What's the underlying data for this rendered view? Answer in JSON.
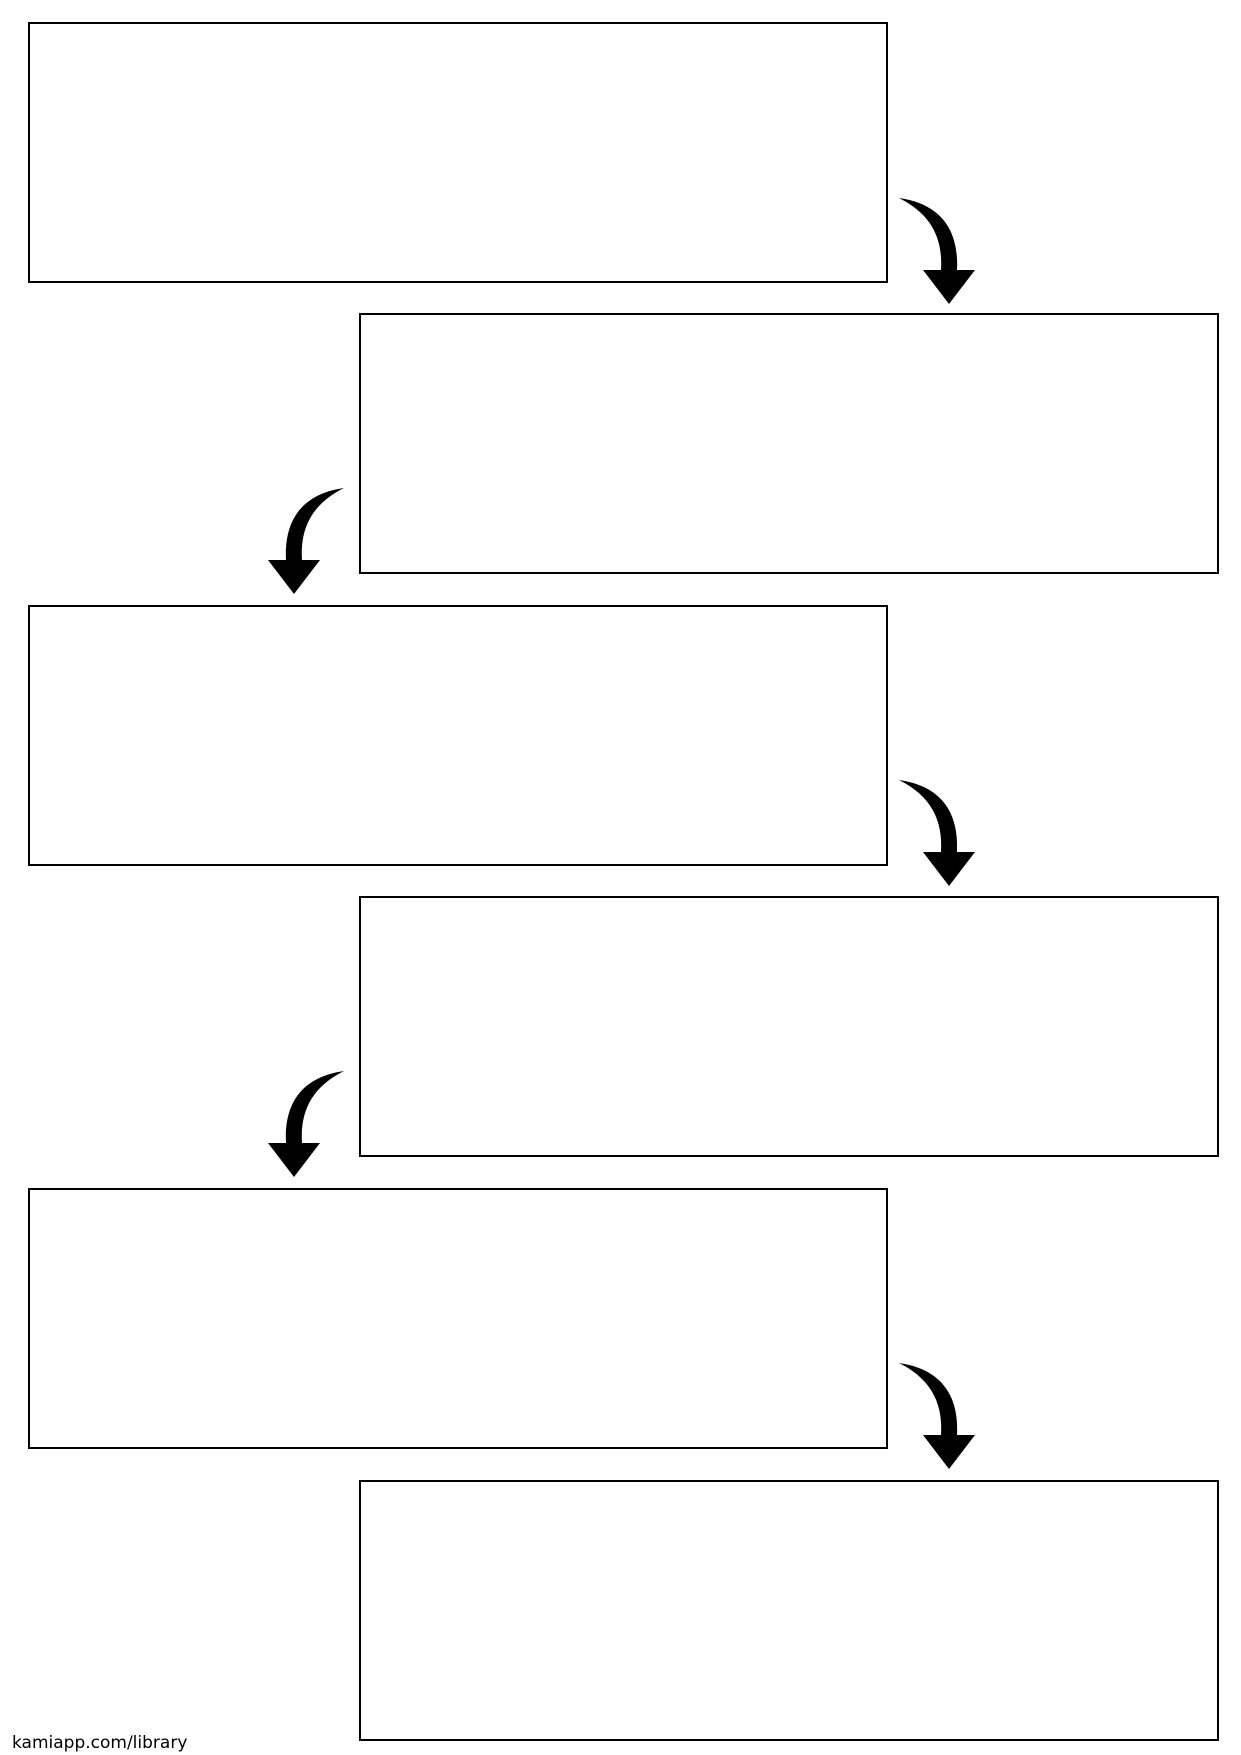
{
  "diagram": {
    "boxes": [
      {
        "id": "step-1",
        "side": "left",
        "text": ""
      },
      {
        "id": "step-2",
        "side": "right",
        "text": ""
      },
      {
        "id": "step-3",
        "side": "left",
        "text": ""
      },
      {
        "id": "step-4",
        "side": "right",
        "text": ""
      },
      {
        "id": "step-5",
        "side": "left",
        "text": ""
      },
      {
        "id": "step-6",
        "side": "right",
        "text": ""
      }
    ],
    "arrows": [
      {
        "from": "step-1",
        "to": "step-2",
        "direction": "right-curving-down"
      },
      {
        "from": "step-2",
        "to": "step-3",
        "direction": "left-curving-down"
      },
      {
        "from": "step-3",
        "to": "step-4",
        "direction": "right-curving-down"
      },
      {
        "from": "step-4",
        "to": "step-5",
        "direction": "left-curving-down"
      },
      {
        "from": "step-5",
        "to": "step-6",
        "direction": "right-curving-down"
      }
    ],
    "colors": {
      "stroke": "#000000",
      "background": "#ffffff"
    }
  },
  "footer": {
    "text": "kamiapp.com/library"
  }
}
